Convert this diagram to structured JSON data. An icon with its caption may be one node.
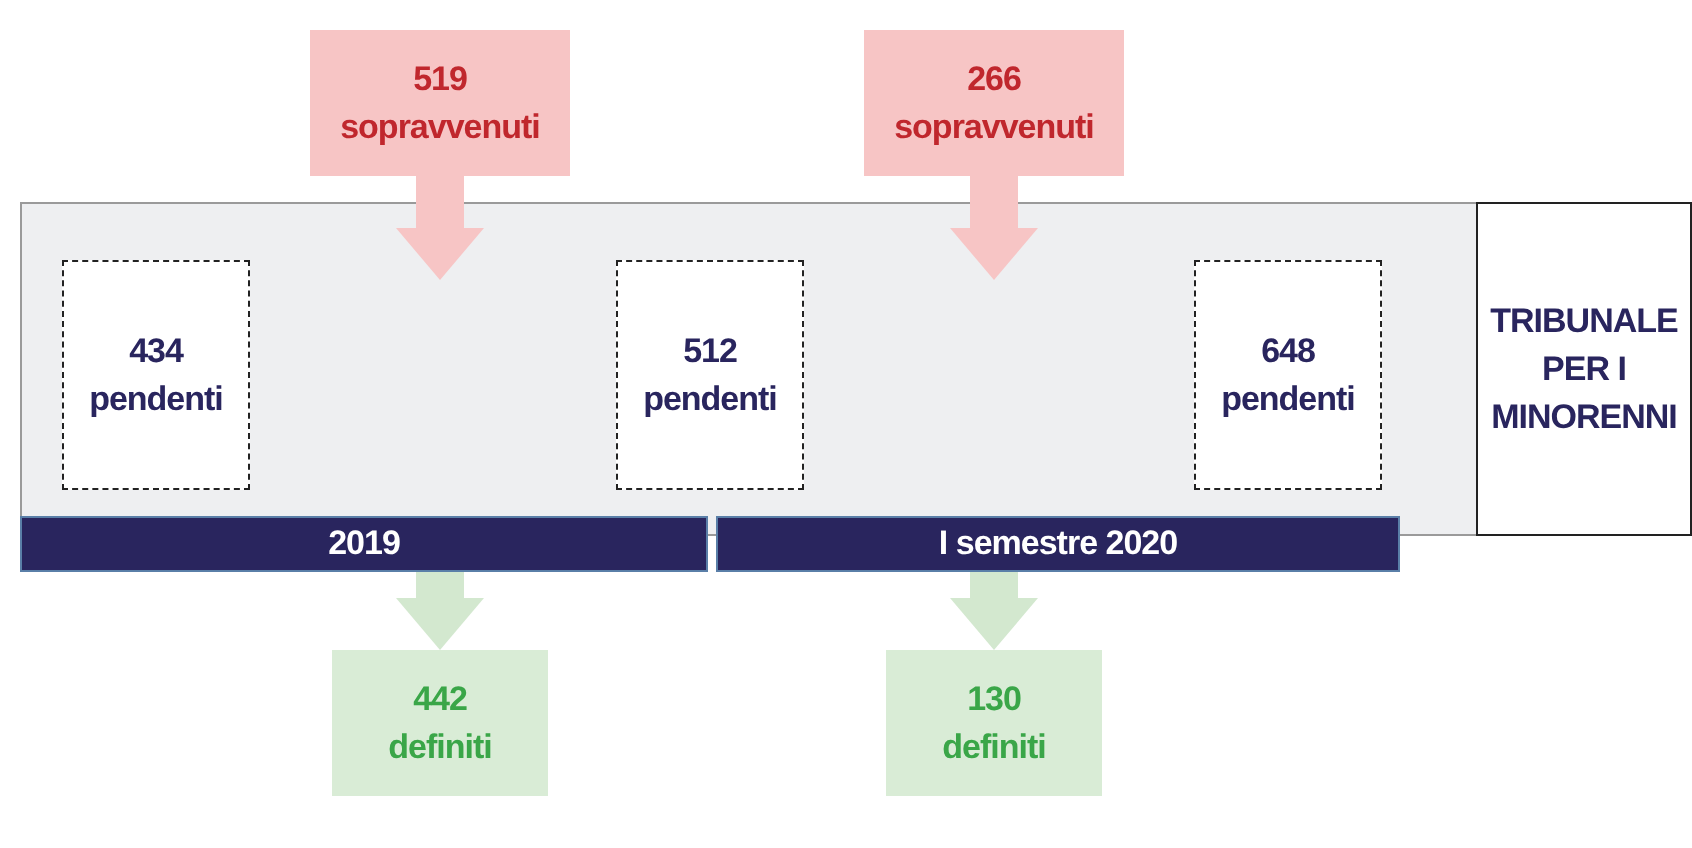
{
  "diagram": {
    "nodes": [
      {
        "text": [],
        "shape": "box"
      },
      {
        "text": [
          "434 pendenti"
        ],
        "in": 0
      },
      {
        "text": [
          "512 pendenti"
        ],
        "in": 0
      },
      {
        "text": [
          "648 pendenti"
        ],
        "in": 0
      },
      {
        "text": [
          "519 sopravvenuti"
        ]
      },
      {
        "text": [
          "266 sopravvenuti"
        ]
      },
      {
        "text": [
          "2019"
        ]
      },
      {
        "text": [
          "I semestre 2020"
        ]
      },
      {
        "text": [
          "442 definiti"
        ]
      },
      {
        "text": [
          "130 definiti"
        ]
      },
      {
        "text": [
          "TRIBUNALE PER I MINORENNI"
        ]
      }
    ],
    "edges": [
      {
        "from": 4,
        "to": 0,
        "arrow": "to",
        "color": "#f7c5c5"
      },
      {
        "from": 5,
        "to": 0,
        "arrow": "to",
        "color": "#f7c5c5"
      },
      {
        "from": 6,
        "to": 8,
        "arrow": "to",
        "color": "#d3e8cf"
      },
      {
        "from": 7,
        "to": 9,
        "arrow": "to",
        "color": "#d3e8cf"
      }
    ]
  }
}
